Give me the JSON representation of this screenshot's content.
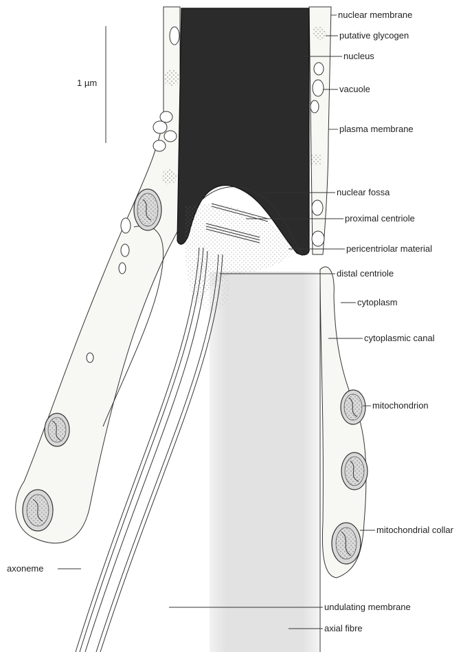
{
  "scale_bar": {
    "label": "1 µm"
  },
  "labels": {
    "nuclear_membrane": "nuclear membrane",
    "putative_glycogen": "putative glycogen",
    "nucleus": "nucleus",
    "vacuole": "vacuole",
    "plasma_membrane": "plasma membrane",
    "nuclear_fossa": "nuclear fossa",
    "proximal_centriole": "proximal centriole",
    "pericentriolar_material": "pericentriolar material",
    "distal_centriole": "distal centriole",
    "cytoplasm": "cytoplasm",
    "cytoplasmic_canal": "cytoplasmic canal",
    "mitochondrion": "mitochondrion",
    "mitochondrial_collar": "mitochondrial collar",
    "axoneme": "axoneme",
    "undulating_membrane": "undulating membrane",
    "axial_fibre": "axial fibre"
  },
  "colors": {
    "nucleus_fill": "#2b2b2b",
    "axial_fibre_fill": "#e4e4e4",
    "stipple": "#7a7a7a"
  }
}
